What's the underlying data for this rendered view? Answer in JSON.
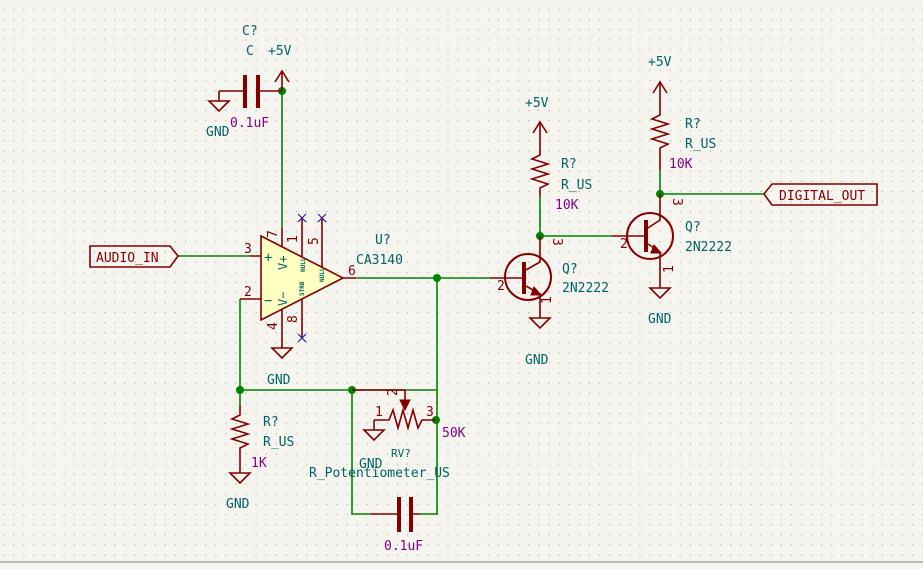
{
  "app": "Schematic editor",
  "grid": {
    "dot_color": "#b4b4b4"
  },
  "colors": {
    "wire": "#008400",
    "symbol": "#840000",
    "reference": "#006464",
    "value": "#840084",
    "opamp_fill": "#ffffc2",
    "background": "#f5f4ef",
    "no_connect": "#2020a0"
  },
  "labels": {
    "audio_in": "AUDIO_IN",
    "digital_out": "DIGITAL_OUT"
  },
  "power": {
    "vcc": "+5V",
    "gnd": "GND"
  },
  "components": {
    "c1": {
      "ref": "C?",
      "name": "C",
      "value": "0.1uF"
    },
    "u1": {
      "ref": "U?",
      "value": "CA3140",
      "pins": {
        "p1": "1",
        "p2": "2",
        "p3": "3",
        "p4": "4",
        "p5": "5",
        "p6": "6",
        "p7": "7",
        "p8": "8"
      },
      "inner": {
        "plus": "+",
        "minus": "−",
        "vplus": "V+",
        "vminus": "V−",
        "null1": "NULL",
        "null2": "NULL",
        "strb": "STRB"
      }
    },
    "r_collector1": {
      "ref": "R?",
      "name": "R_US",
      "value": "10K"
    },
    "r_collector2": {
      "ref": "R?",
      "name": "R_US",
      "value": "10K"
    },
    "r_ground": {
      "ref": "R?",
      "name": "R_US",
      "value": "1K"
    },
    "pot": {
      "ref": "RV?",
      "name": "R_Potentiometer_US",
      "value": "50K",
      "pins": {
        "p1": "1",
        "p2": "2",
        "p3": "3"
      }
    },
    "c2": {
      "value": "0.1uF"
    },
    "q1": {
      "ref": "Q?",
      "value": "2N2222",
      "pins": {
        "b": "2",
        "c": "3",
        "e": "1"
      }
    },
    "q2": {
      "ref": "Q?",
      "value": "2N2222",
      "pins": {
        "b": "2",
        "c": "3",
        "e": "1"
      }
    }
  }
}
